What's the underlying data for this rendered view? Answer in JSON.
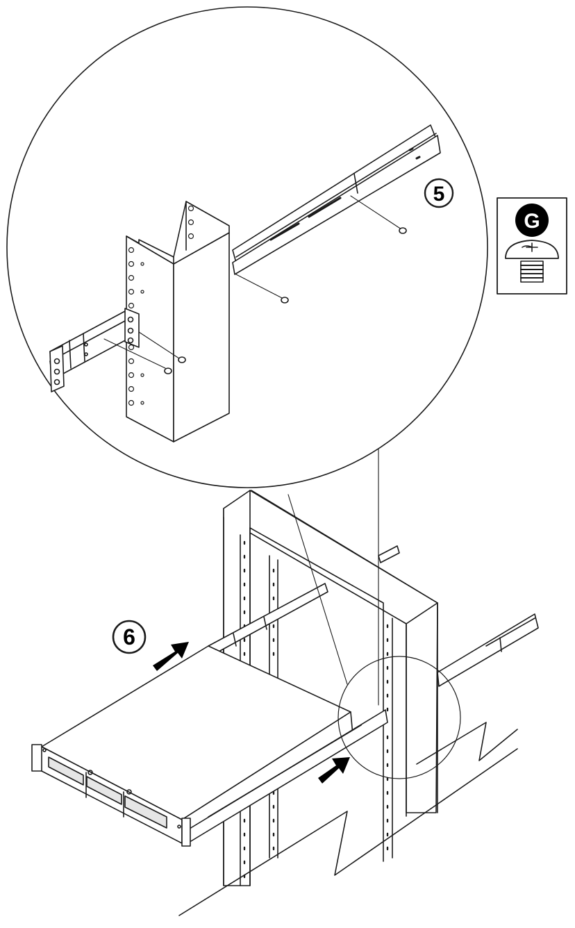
{
  "callouts": {
    "step_5": "5",
    "step_6": "6",
    "part_g": "G"
  },
  "colors": {
    "line": "#1a1a1a",
    "fill": "#ffffff",
    "badge": "#000000",
    "shade": "#e6e6e6"
  },
  "icons": [
    "screw-icon",
    "arrow-icon"
  ]
}
